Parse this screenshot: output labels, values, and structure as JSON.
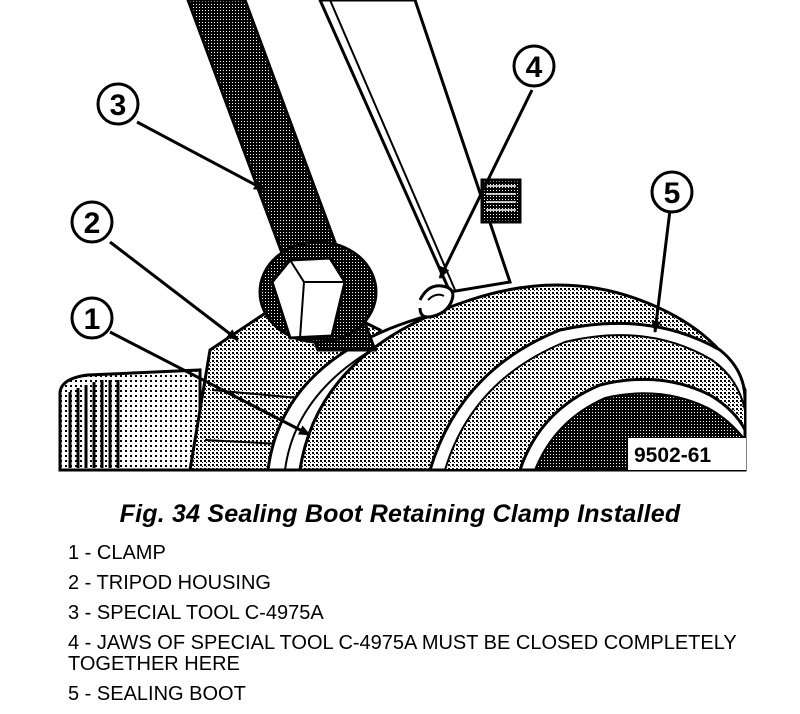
{
  "figure": {
    "code": "9502-61",
    "callouts": [
      "1",
      "2",
      "3",
      "4",
      "5"
    ]
  },
  "caption": "Fig. 34 Sealing Boot Retaining Clamp Installed",
  "legend": [
    "1 - CLAMP",
    "2 - TRIPOD HOUSING",
    "3 - SPECIAL TOOL C-4975A",
    "4 - JAWS OF SPECIAL TOOL C-4975A MUST BE CLOSED COMPLETELY TOGETHER HERE",
    "5 - SEALING BOOT"
  ]
}
